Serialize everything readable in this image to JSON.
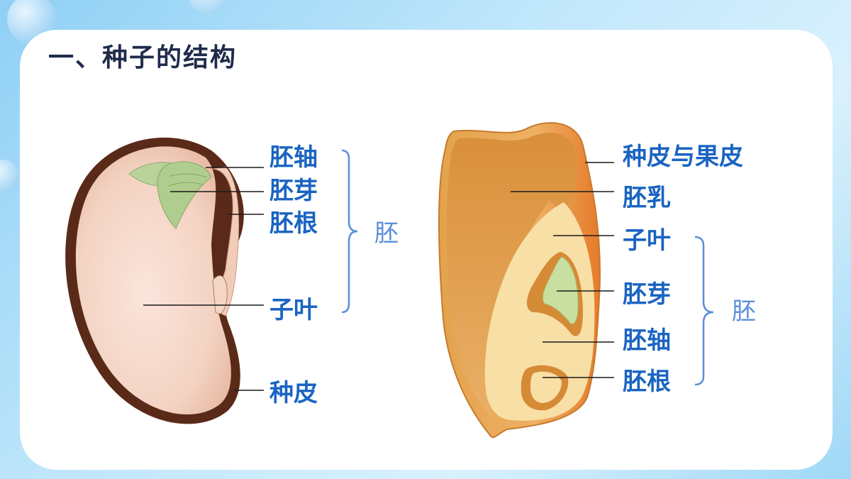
{
  "slide": {
    "title": "一、种子的结构"
  },
  "bean_seed": {
    "labels": {
      "axis": "胚轴",
      "plumule": "胚芽",
      "radicle": "胚根",
      "cotyledon": "子叶",
      "seed_coat": "种皮"
    },
    "group_label": "胚"
  },
  "corn_seed": {
    "labels": {
      "coat": "种皮与果皮",
      "endosperm": "胚乳",
      "cotyledon": "子叶",
      "plumule": "胚芽",
      "axis": "胚轴",
      "radicle": "胚根"
    },
    "group_label": "胚"
  },
  "colors": {
    "label_blue": "#1a64c2",
    "bracket_blue": "#5a8fd8",
    "title": "#1f2b4a"
  }
}
